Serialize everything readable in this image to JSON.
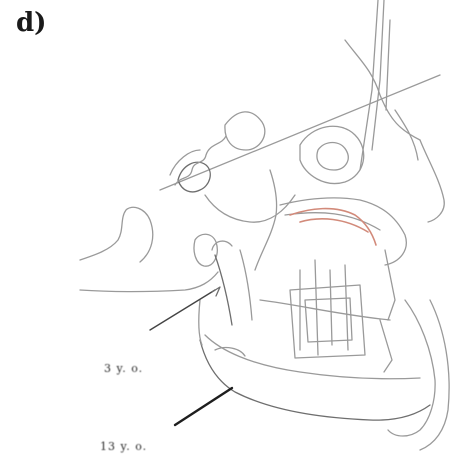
{
  "panel": {
    "label": "d)"
  },
  "callouts": [
    {
      "id": "upper",
      "text": "3 y. o."
    },
    {
      "id": "lower",
      "text": "13 y. o."
    }
  ],
  "colors": {
    "outline": "#9a9a9a",
    "outline_dark": "#6e6e6e",
    "highlight": "#d28a7a",
    "leader": "#1e1e1e"
  }
}
